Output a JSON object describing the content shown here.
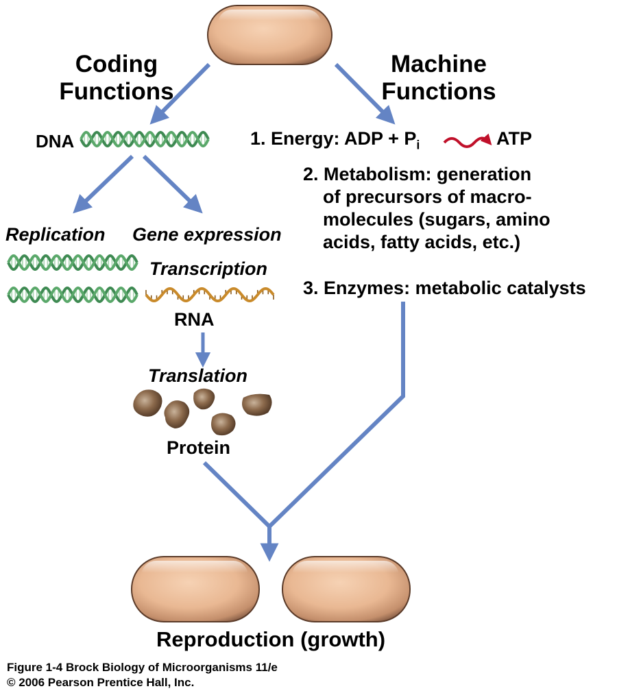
{
  "figure": {
    "left_heading": [
      "Coding",
      "Functions"
    ],
    "right_heading": [
      "Machine",
      "Functions"
    ],
    "dna_label": "DNA",
    "replication_label": "Replication",
    "gene_expression_label": "Gene expression",
    "transcription_label": "Transcription",
    "rna_label": "RNA",
    "translation_label": "Translation",
    "protein_label": "Protein",
    "machine_items": {
      "energy": {
        "prefix": "1. Energy: ADP + P",
        "subscript": "i",
        "product": "ATP"
      },
      "metabolism": {
        "line1": "2. Metabolism: generation",
        "line2": "of precursors of macro-",
        "line3": "molecules (sugars, amino",
        "line4": "acids, fatty acids, etc.)"
      },
      "enzymes": "3. Enzymes: metabolic catalysts"
    },
    "reproduction_label": "Reproduction (growth)",
    "caption_line1": "Figure 1-4  Brock Biology of Microorganisms 11/e",
    "caption_line2": "© 2006 Pearson Prentice Hall, Inc."
  },
  "colors": {
    "arrow": "#6484c4",
    "dna": "#3e8a52",
    "rna": "#c98a2a",
    "cell": "#e8b896",
    "energy_arrow": "#c0102a",
    "protein": "#7a5a3e"
  }
}
